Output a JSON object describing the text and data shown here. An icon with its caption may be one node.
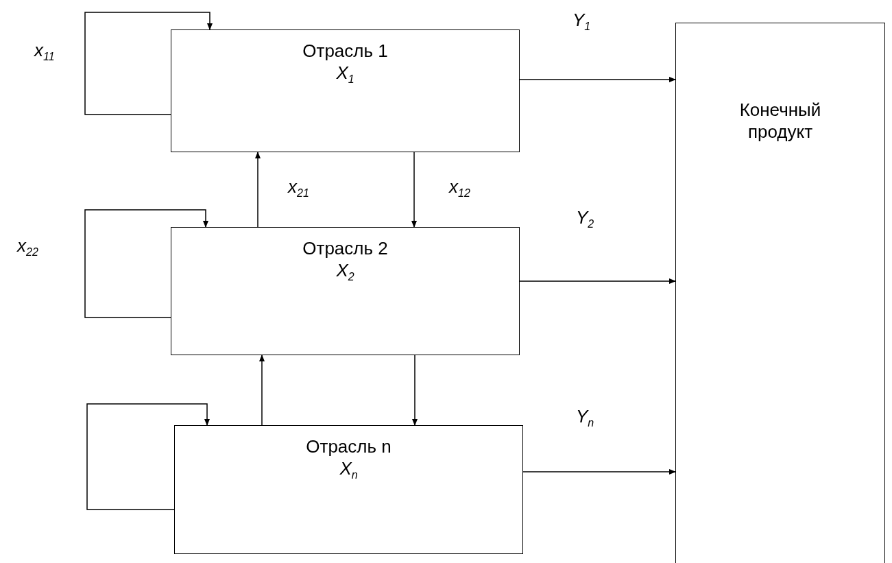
{
  "diagram": {
    "nodes": [
      {
        "text": [
          "Отрасль 1",
          "X$_{1}$"
        ]
      },
      {
        "text": [
          "Отрасль 2",
          "X$_{2}$"
        ]
      },
      {
        "text": [
          "Отрасль n",
          "X$_{n}$"
        ]
      },
      {
        "text": [
          "Конечный продукт"
        ]
      }
    ],
    "edges": [
      {
        "from": 0,
        "to": 0,
        "arrow": "to",
        "label": "x$_{11}$"
      },
      {
        "from": 1,
        "to": 0,
        "arrow": "to",
        "label": "x$_{21}$"
      },
      {
        "from": 0,
        "to": 1,
        "arrow": "to",
        "label": "x$_{12}$"
      },
      {
        "from": 0,
        "to": 3,
        "arrow": "to",
        "label": "Y$_{1}$"
      },
      {
        "from": 1,
        "to": 1,
        "arrow": "to",
        "label": "x$_{22}$"
      },
      {
        "from": 1,
        "to": 3,
        "arrow": "to",
        "label": "Y$_{2}$"
      },
      {
        "from": 2,
        "to": 2,
        "arrow": "to"
      },
      {
        "from": 2,
        "to": 1,
        "arrow": "to"
      },
      {
        "from": 1,
        "to": 2,
        "arrow": "to"
      },
      {
        "from": 2,
        "to": 3,
        "arrow": "to",
        "label": "Y$_{n}$"
      }
    ]
  }
}
